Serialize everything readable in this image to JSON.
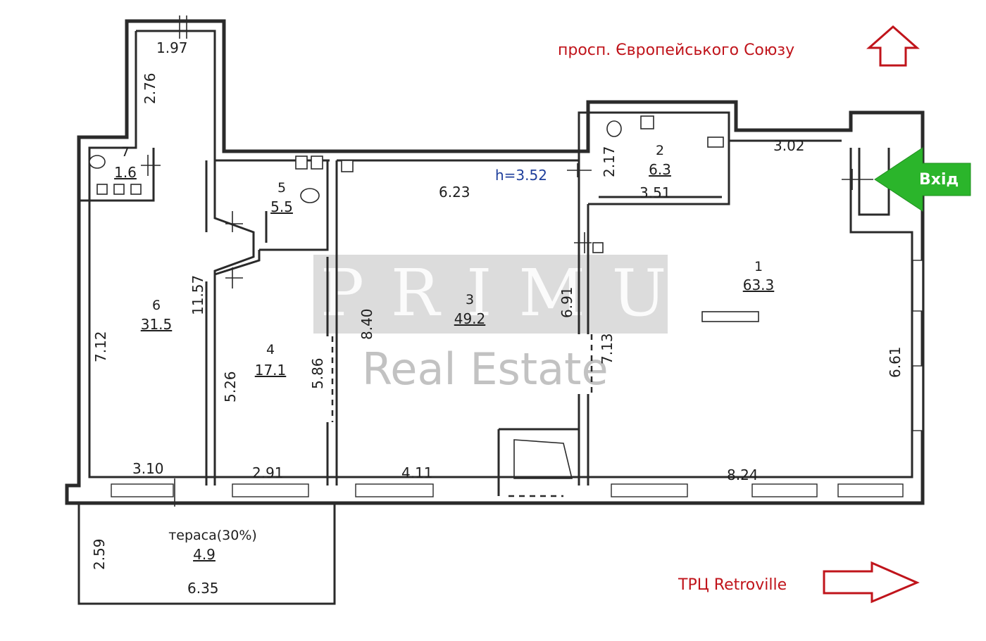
{
  "watermark": {
    "letters": "PRIMUS",
    "text": "Real Estate"
  },
  "directions": {
    "street": "просп. Європейського Союзу",
    "mall": "ТРЦ Retroville",
    "entrance": "Вхід"
  },
  "ceiling_height": "h=3.52",
  "rooms": [
    {
      "id": "room-1",
      "number": "1",
      "area": "63.3"
    },
    {
      "id": "room-2",
      "number": "2",
      "area": "6.3"
    },
    {
      "id": "room-3",
      "number": "3",
      "area": "49.2"
    },
    {
      "id": "room-4",
      "number": "4",
      "area": "17.1"
    },
    {
      "id": "room-5",
      "number": "5",
      "area": "5.5"
    },
    {
      "id": "room-6",
      "number": "6",
      "area": "31.5"
    },
    {
      "id": "room-7",
      "number": "7",
      "area": "1.6"
    },
    {
      "id": "terrace",
      "number": "тераса(30%)",
      "area": "4.9"
    }
  ],
  "dimensions": {
    "d_197": "1.97",
    "d_276": "2.76",
    "d_712": "7.12",
    "d_1157": "11.57",
    "d_310": "3.10",
    "d_526": "5.26",
    "d_586": "5.86",
    "d_291": "2.91",
    "d_840": "8.40",
    "d_623": "6.23",
    "d_691": "6.91",
    "d_411": "4.11",
    "d_217": "2.17",
    "d_351": "3.51",
    "d_302": "3.02",
    "d_713": "7.13",
    "d_661": "6.61",
    "d_824": "8.24",
    "d_259": "2.59",
    "d_635": "6.35"
  },
  "colors": {
    "walls": "#2a2a2a",
    "direction_text": "#c0141b",
    "entrance_arrow": "#2bb52b",
    "height_text": "#1f3f9c"
  }
}
